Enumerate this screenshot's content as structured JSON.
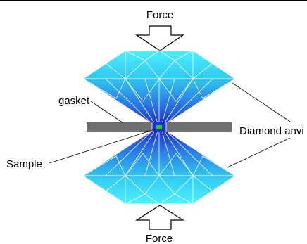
{
  "labels": {
    "force_top": "Force",
    "force_bottom": "Force",
    "gasket": "gasket",
    "sample": "Sample",
    "diamond_anvils": "Diamond anvi"
  },
  "colors": {
    "diamond_light": "#3fe3f7",
    "diamond_dark": "#1a2fd4",
    "facet_lines": "#ffffff",
    "gasket": "#6f6f6f",
    "sample": "#22cc33",
    "arrow_fill": "#ffffff",
    "arrow_stroke": "#000000",
    "frame": "#000000"
  }
}
